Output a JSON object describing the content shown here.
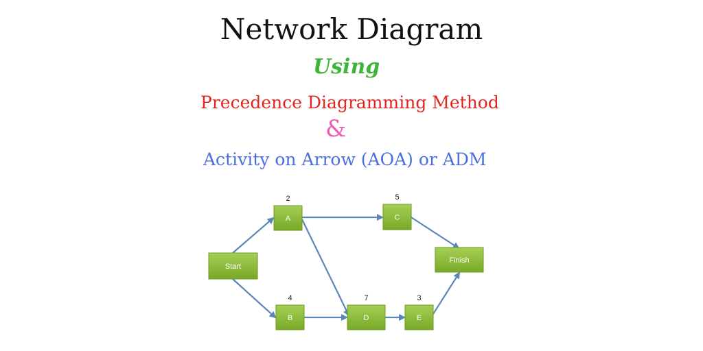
{
  "title": "Network Diagram",
  "subtitle_using": "Using",
  "method_1": "Precedence Diagramming Method",
  "ampersand": "&",
  "method_2": "Activity on Arrow (AOA) or ADM",
  "colors": {
    "title": "#111111",
    "using": "#3fb43a",
    "method_1": "#e3241f",
    "ampersand": "#ee5eb3",
    "method_2": "#4a6fdd",
    "node_fill": "#8cbd3a",
    "arrow": "#5b86b8"
  },
  "diagram": {
    "nodes": [
      {
        "id": "Start",
        "label": "Start",
        "duration": ""
      },
      {
        "id": "A",
        "label": "A",
        "duration": "2"
      },
      {
        "id": "B",
        "label": "B",
        "duration": "4"
      },
      {
        "id": "C",
        "label": "C",
        "duration": "5"
      },
      {
        "id": "D",
        "label": "D",
        "duration": "7"
      },
      {
        "id": "E",
        "label": "E",
        "duration": "3"
      },
      {
        "id": "Finish",
        "label": "Finish",
        "duration": ""
      }
    ],
    "edges": [
      {
        "from": "Start",
        "to": "A"
      },
      {
        "from": "Start",
        "to": "B"
      },
      {
        "from": "A",
        "to": "C"
      },
      {
        "from": "A",
        "to": "D"
      },
      {
        "from": "B",
        "to": "D"
      },
      {
        "from": "D",
        "to": "E"
      },
      {
        "from": "C",
        "to": "Finish"
      },
      {
        "from": "E",
        "to": "Finish"
      }
    ]
  }
}
